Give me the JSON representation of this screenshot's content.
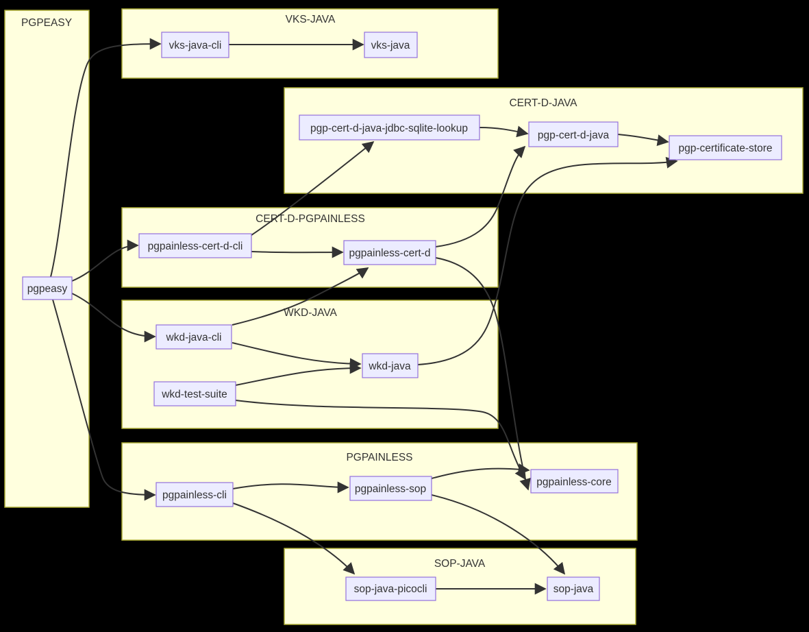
{
  "diagram": {
    "type": "flowchart",
    "direction": "LR",
    "background": "#000000",
    "colors": {
      "node_fill": "#ECECFF",
      "node_border": "#9370DB",
      "cluster_fill": "#FFFFDE",
      "cluster_border": "#AAAA33",
      "edge": "#333333",
      "text": "#333333"
    },
    "subgraphs": [
      {
        "id": "PGPEASY",
        "label": "PGPEASY"
      },
      {
        "id": "VKS-JAVA",
        "label": "VKS-JAVA"
      },
      {
        "id": "CERT-D-JAVA",
        "label": "CERT-D-JAVA"
      },
      {
        "id": "CERT-D-PGPAINLESS",
        "label": "CERT-D-PGPAINLESS"
      },
      {
        "id": "WKD-JAVA",
        "label": "WKD-JAVA"
      },
      {
        "id": "PGPAINLESS",
        "label": "PGPAINLESS"
      },
      {
        "id": "SOP-JAVA",
        "label": "SOP-JAVA"
      }
    ],
    "nodes": {
      "pgpeasy": {
        "label": "pgpeasy",
        "group": "PGPEASY"
      },
      "vks-java-cli": {
        "label": "vks-java-cli",
        "group": "VKS-JAVA"
      },
      "vks-java": {
        "label": "vks-java",
        "group": "VKS-JAVA"
      },
      "pgp-cert-d-java-jdbc-sqlite-lookup": {
        "label": "pgp-cert-d-java-jdbc-sqlite-lookup",
        "group": "CERT-D-JAVA"
      },
      "pgp-cert-d-java": {
        "label": "pgp-cert-d-java",
        "group": "CERT-D-JAVA"
      },
      "pgp-certificate-store": {
        "label": "pgp-certificate-store",
        "group": "CERT-D-JAVA"
      },
      "pgpainless-cert-d-cli": {
        "label": "pgpainless-cert-d-cli",
        "group": "CERT-D-PGPAINLESS"
      },
      "pgpainless-cert-d": {
        "label": "pgpainless-cert-d",
        "group": "CERT-D-PGPAINLESS"
      },
      "wkd-java-cli": {
        "label": "wkd-java-cli",
        "group": "WKD-JAVA"
      },
      "wkd-java": {
        "label": "wkd-java",
        "group": "WKD-JAVA"
      },
      "wkd-test-suite": {
        "label": "wkd-test-suite",
        "group": "WKD-JAVA"
      },
      "pgpainless-cli": {
        "label": "pgpainless-cli",
        "group": "PGPAINLESS"
      },
      "pgpainless-sop": {
        "label": "pgpainless-sop",
        "group": "PGPAINLESS"
      },
      "pgpainless-core": {
        "label": "pgpainless-core",
        "group": "PGPAINLESS"
      },
      "sop-java-picocli": {
        "label": "sop-java-picocli",
        "group": "SOP-JAVA"
      },
      "sop-java": {
        "label": "sop-java",
        "group": "SOP-JAVA"
      }
    },
    "edges": [
      {
        "from": "pgpeasy",
        "to": "vks-java-cli"
      },
      {
        "from": "pgpeasy",
        "to": "pgpainless-cert-d-cli"
      },
      {
        "from": "pgpeasy",
        "to": "wkd-java-cli"
      },
      {
        "from": "pgpeasy",
        "to": "pgpainless-cli"
      },
      {
        "from": "vks-java-cli",
        "to": "vks-java"
      },
      {
        "from": "pgp-cert-d-java-jdbc-sqlite-lookup",
        "to": "pgp-cert-d-java"
      },
      {
        "from": "pgp-cert-d-java",
        "to": "pgp-certificate-store"
      },
      {
        "from": "pgpainless-cert-d-cli",
        "to": "pgp-cert-d-java-jdbc-sqlite-lookup"
      },
      {
        "from": "pgpainless-cert-d-cli",
        "to": "pgpainless-cert-d"
      },
      {
        "from": "pgpainless-cert-d",
        "to": "pgp-cert-d-java"
      },
      {
        "from": "pgpainless-cert-d",
        "to": "pgpainless-core"
      },
      {
        "from": "wkd-java-cli",
        "to": "pgpainless-cert-d"
      },
      {
        "from": "wkd-java-cli",
        "to": "wkd-java"
      },
      {
        "from": "wkd-test-suite",
        "to": "wkd-java"
      },
      {
        "from": "wkd-test-suite",
        "to": "pgpainless-core"
      },
      {
        "from": "wkd-java",
        "to": "pgp-certificate-store"
      },
      {
        "from": "pgpainless-cli",
        "to": "pgpainless-sop"
      },
      {
        "from": "pgpainless-cli",
        "to": "sop-java-picocli"
      },
      {
        "from": "pgpainless-sop",
        "to": "pgpainless-core"
      },
      {
        "from": "pgpainless-sop",
        "to": "sop-java"
      },
      {
        "from": "sop-java-picocli",
        "to": "sop-java"
      }
    ]
  }
}
